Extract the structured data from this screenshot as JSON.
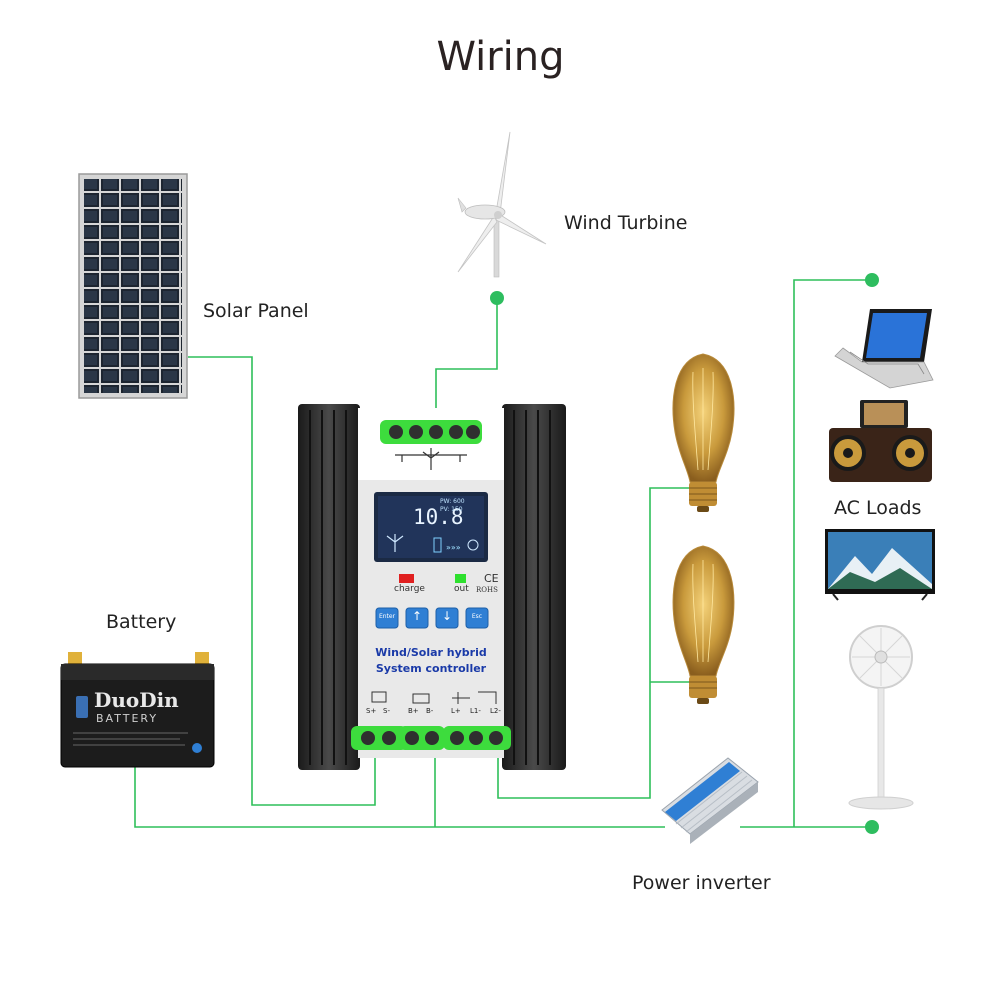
{
  "title": "Wiring",
  "labels": {
    "wind_turbine": "Wind Turbine",
    "solar_panel": "Solar Panel",
    "battery": "Battery",
    "ac_loads": "AC Loads",
    "power_inverter": "Power inverter"
  },
  "controller": {
    "display_value": "10.8",
    "display_small_1": "PW: 600",
    "display_small_2": "PV: 150",
    "charge_label": "charge",
    "out_label": "out",
    "ce_mark": "CE",
    "rohs_mark": "ROHS",
    "buttons": [
      "Enter",
      "↑",
      "↓",
      "Esc"
    ],
    "name_line1": "Wind/Solar hybrid",
    "name_line2": "System controller",
    "terminals": [
      "S+",
      "S-",
      "B+",
      "B-",
      "L+",
      "L1-",
      "L2-"
    ]
  },
  "battery": {
    "brand": "DuoDin",
    "sub": "BATTERY"
  },
  "colors": {
    "wire": "#2fbf5a",
    "node": "#2ebd5f",
    "terminal_highlight": "#3ddc3d",
    "controller_panel": "#e9e9e9",
    "heatsink": "#2b2b2b",
    "lcd": "#1b2a44",
    "button": "#2f7fd4",
    "name_text": "#1a3aa8"
  },
  "icons": [
    "wind-turbine-icon",
    "solar-panel-icon",
    "battery-icon",
    "bulb-icon",
    "laptop-icon",
    "speaker-icon",
    "tv-icon",
    "fan-icon",
    "inverter-icon",
    "controller-icon"
  ]
}
